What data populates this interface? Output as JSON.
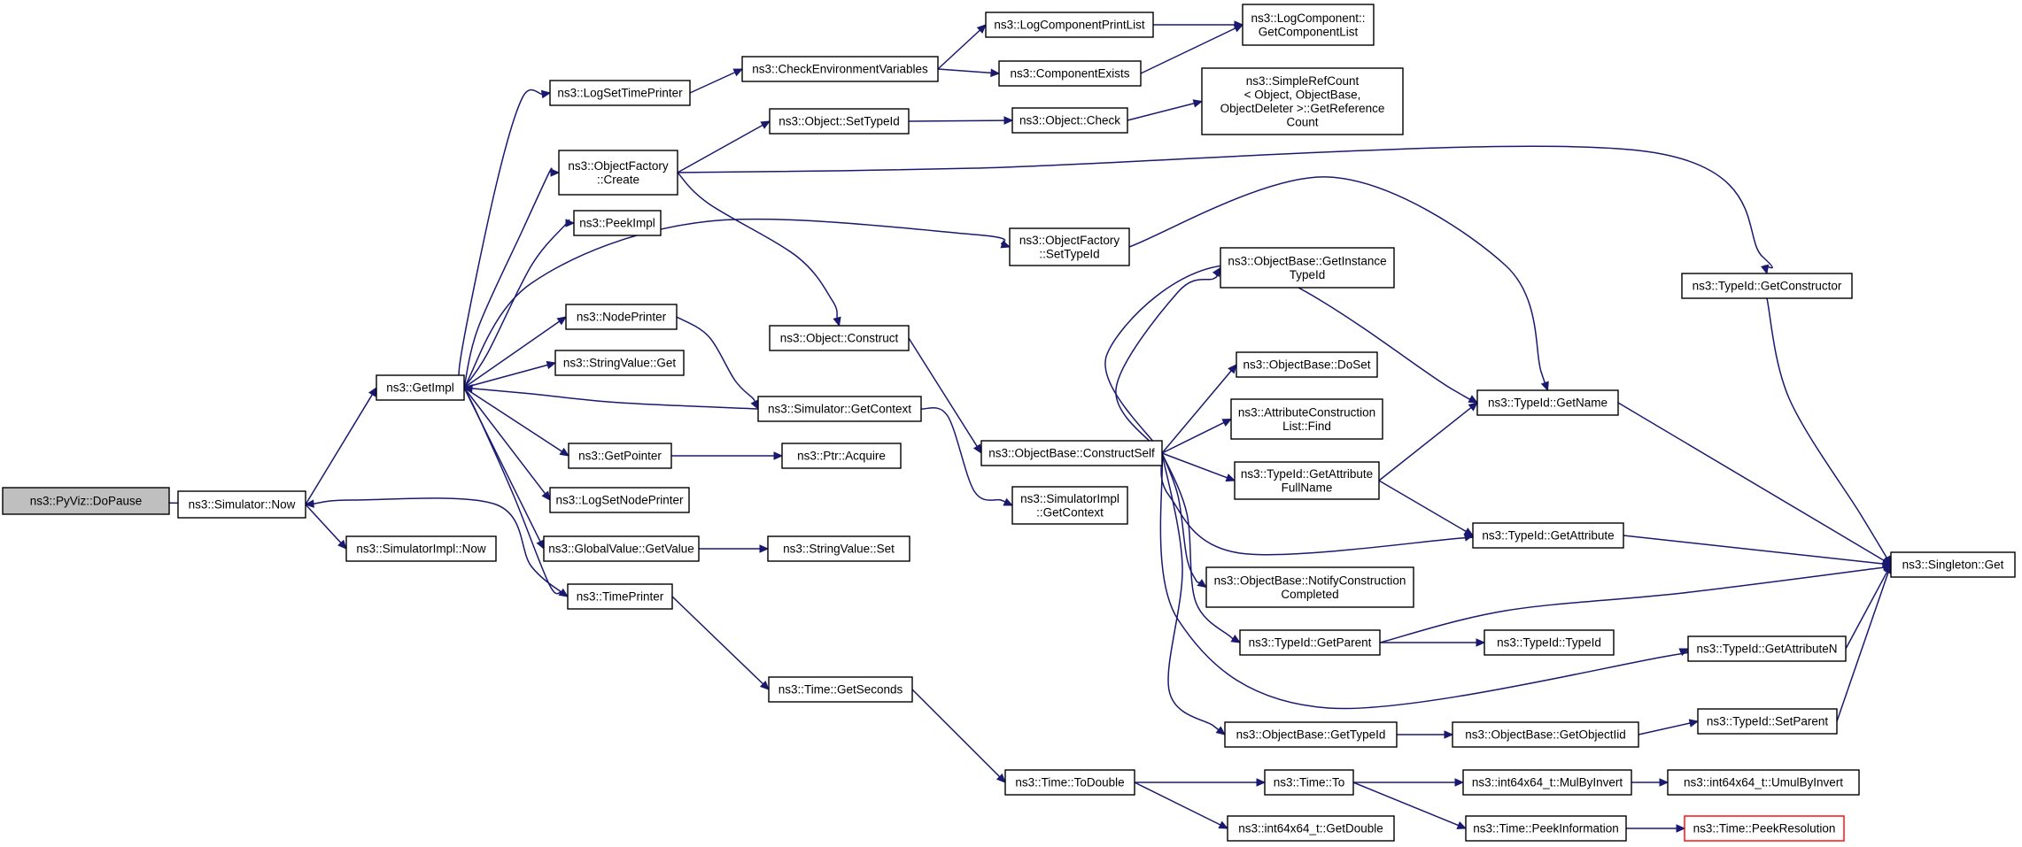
{
  "nodes": {
    "dopause": {
      "lines": [
        "ns3::PyViz::DoPause"
      ],
      "root": true
    },
    "simnow": {
      "lines": [
        "ns3::Simulator::Now"
      ]
    },
    "simimplnow": {
      "lines": [
        "ns3::SimulatorImpl::Now"
      ]
    },
    "getimpl": {
      "lines": [
        "ns3::GetImpl"
      ]
    },
    "logsettimeprinter": {
      "lines": [
        "ns3::LogSetTimePrinter"
      ]
    },
    "objfactcreate": {
      "lines": [
        "ns3::ObjectFactory",
        "::Create"
      ]
    },
    "peekimpl": {
      "lines": [
        "ns3::PeekImpl"
      ]
    },
    "nodeprinter": {
      "lines": [
        "ns3::NodePrinter"
      ]
    },
    "stringvalueget": {
      "lines": [
        "ns3::StringValue::Get"
      ]
    },
    "getpointer": {
      "lines": [
        "ns3::GetPointer"
      ]
    },
    "logsetnodeprinter": {
      "lines": [
        "ns3::LogSetNodePrinter"
      ]
    },
    "globalvaluegetvalue": {
      "lines": [
        "ns3::GlobalValue::GetValue"
      ]
    },
    "timeprinter": {
      "lines": [
        "ns3::TimePrinter"
      ]
    },
    "checkenv": {
      "lines": [
        "ns3::CheckEnvironmentVariables"
      ]
    },
    "objsettypeid": {
      "lines": [
        "ns3::Object::SetTypeId"
      ]
    },
    "objconstruct": {
      "lines": [
        "ns3::Object::Construct"
      ]
    },
    "simgetcontext": {
      "lines": [
        "ns3::Simulator::GetContext"
      ]
    },
    "ptracquire": {
      "lines": [
        "ns3::Ptr::Acquire"
      ]
    },
    "stringvalueset": {
      "lines": [
        "ns3::StringValue::Set"
      ]
    },
    "timegetseconds": {
      "lines": [
        "ns3::Time::GetSeconds"
      ]
    },
    "logcompprintlist": {
      "lines": [
        "ns3::LogComponentPrintList"
      ]
    },
    "compexists": {
      "lines": [
        "ns3::ComponentExists"
      ]
    },
    "objcheck": {
      "lines": [
        "ns3::Object::Check"
      ]
    },
    "objfactsettypeid": {
      "lines": [
        "ns3::ObjectFactory",
        "::SetTypeId"
      ]
    },
    "objbaseconstructself": {
      "lines": [
        "ns3::ObjectBase::ConstructSelf"
      ]
    },
    "simimplgetcontext": {
      "lines": [
        "ns3::SimulatorImpl",
        "::GetContext"
      ]
    },
    "timetodouble": {
      "lines": [
        "ns3::Time::ToDouble"
      ]
    },
    "logcompgetlist": {
      "lines": [
        "ns3::LogComponent::",
        "GetComponentList"
      ]
    },
    "simplerefcount": {
      "lines": [
        "ns3::SimpleRefCount",
        "< Object, ObjectBase,",
        "ObjectDeleter >::GetReference",
        "Count"
      ]
    },
    "getinstancetypeid": {
      "lines": [
        "ns3::ObjectBase::GetInstance",
        "TypeId"
      ]
    },
    "objbasedoset": {
      "lines": [
        "ns3::ObjectBase::DoSet"
      ]
    },
    "attrconstrfind": {
      "lines": [
        "ns3::AttributeConstruction",
        "List::Find"
      ]
    },
    "typeidgetattrfullname": {
      "lines": [
        "ns3::TypeId::GetAttribute",
        "FullName"
      ]
    },
    "notifyconstr": {
      "lines": [
        "ns3::ObjectBase::NotifyConstruction",
        "Completed"
      ]
    },
    "typeidgetparent": {
      "lines": [
        "ns3::TypeId::GetParent"
      ]
    },
    "objbasegettypeid": {
      "lines": [
        "ns3::ObjectBase::GetTypeId"
      ]
    },
    "timeto": {
      "lines": [
        "ns3::Time::To"
      ]
    },
    "int64getdouble": {
      "lines": [
        "ns3::int64x64_t::GetDouble"
      ]
    },
    "typeidgetname": {
      "lines": [
        "ns3::TypeId::GetName"
      ]
    },
    "typeidgetattribute": {
      "lines": [
        "ns3::TypeId::GetAttribute"
      ]
    },
    "typeidtypeid": {
      "lines": [
        "ns3::TypeId::TypeId"
      ]
    },
    "getobjectiid": {
      "lines": [
        "ns3::ObjectBase::GetObjectIid"
      ]
    },
    "int64mulbyinvert": {
      "lines": [
        "ns3::int64x64_t::MulByInvert"
      ]
    },
    "timepeekinfo": {
      "lines": [
        "ns3::Time::PeekInformation"
      ]
    },
    "typeidgetconstructor": {
      "lines": [
        "ns3::TypeId::GetConstructor"
      ]
    },
    "typeidgetattributen": {
      "lines": [
        "ns3::TypeId::GetAttributeN"
      ]
    },
    "typeidsetparent": {
      "lines": [
        "ns3::TypeId::SetParent"
      ]
    },
    "int64umulbyinvert": {
      "lines": [
        "ns3::int64x64_t::UmulByInvert"
      ]
    },
    "timepeekresolution": {
      "lines": [
        "ns3::Time::PeekResolution"
      ],
      "red": true
    },
    "singletonget": {
      "lines": [
        "ns3::Singleton::Get"
      ]
    }
  }
}
